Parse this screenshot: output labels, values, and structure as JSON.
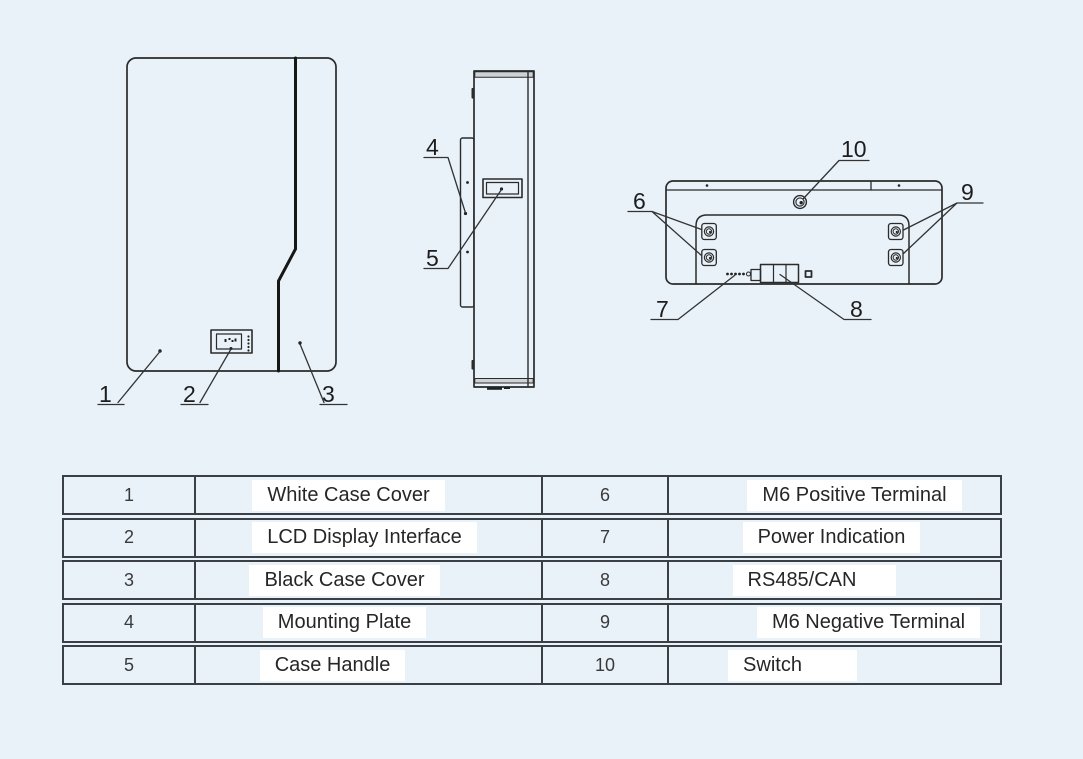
{
  "colors": {
    "background": "#e9f2f9",
    "line": "#2b2b2b",
    "highlight": "#ffffff",
    "table_border": "#3b4046"
  },
  "callouts": {
    "c1": "1",
    "c2": "2",
    "c3": "3",
    "c4": "4",
    "c5": "5",
    "c6": "6",
    "c7": "7",
    "c8": "8",
    "c9": "9",
    "c10": "10"
  },
  "table": {
    "rows": [
      {
        "left_no": "1",
        "left_desc": "White Case Cover",
        "right_no": "6",
        "right_desc": "M6 Positive Terminal"
      },
      {
        "left_no": "2",
        "left_desc": "LCD Display Interface",
        "right_no": "7",
        "right_desc": "Power Indication"
      },
      {
        "left_no": "3",
        "left_desc": "Black Case Cover",
        "right_no": "8",
        "right_desc": "RS485/CAN"
      },
      {
        "left_no": "4",
        "left_desc": "Mounting Plate",
        "right_no": "9",
        "right_desc": "M6 Negative Terminal"
      },
      {
        "left_no": "5",
        "left_desc": "Case Handle",
        "right_no": "10",
        "right_desc": "Switch"
      }
    ]
  }
}
